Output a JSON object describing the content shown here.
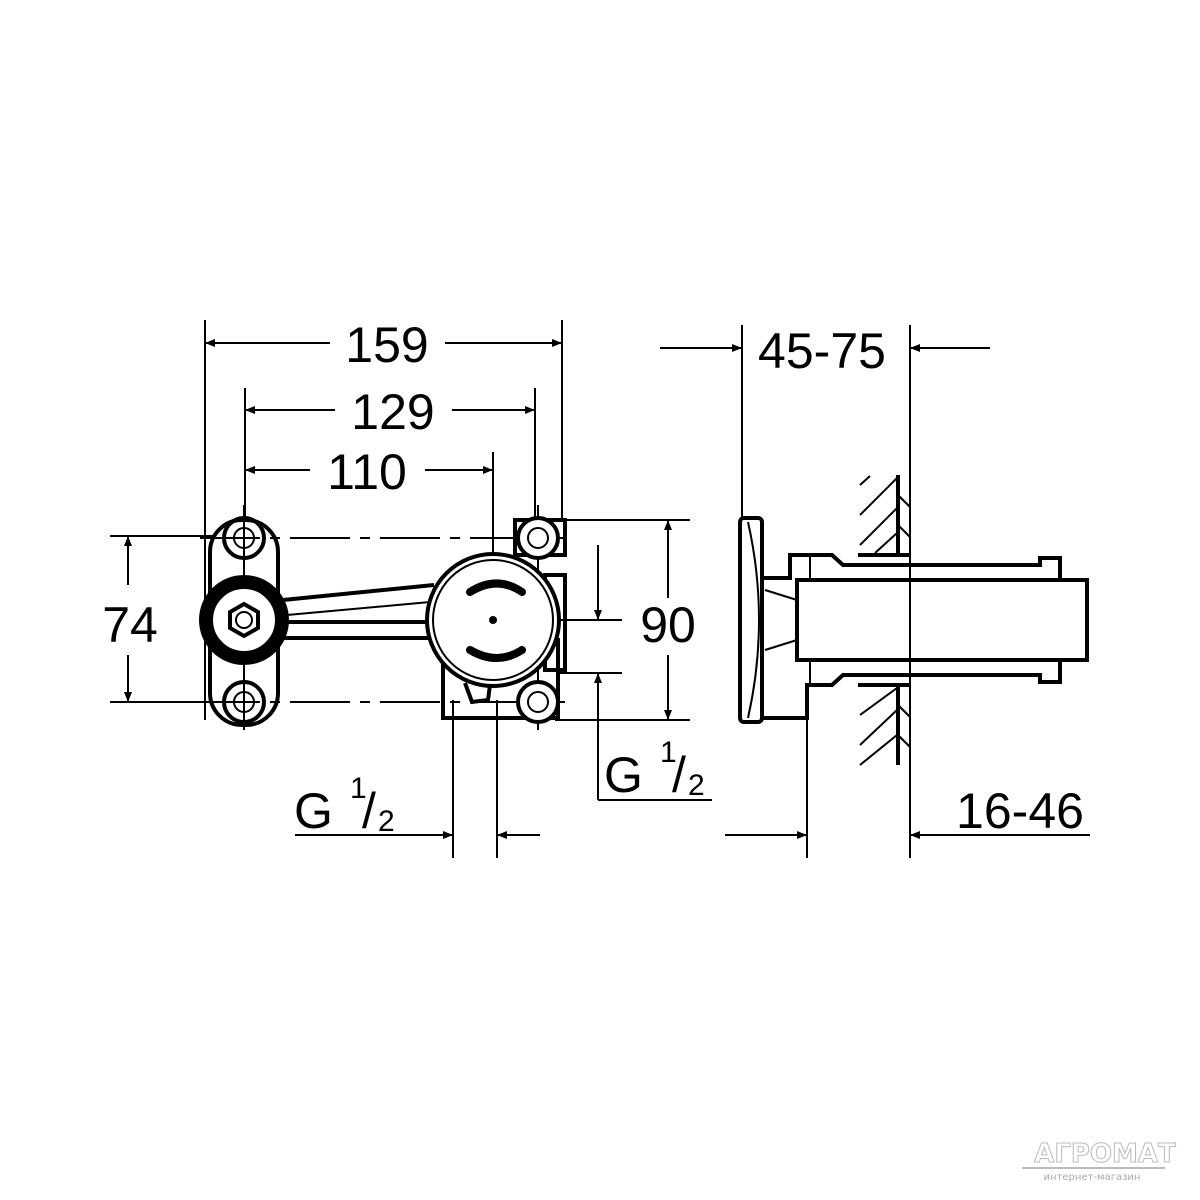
{
  "dimensions": {
    "overall_width": "159",
    "bolt_spacing": "129",
    "center_offset": "110",
    "bracket_height": "74",
    "body_height": "90",
    "side_depth": "45-75",
    "wall_depth": "16-46"
  },
  "threads": {
    "bottom": {
      "letter": "G",
      "num": "1",
      "den": "2"
    },
    "right": {
      "letter": "G",
      "num": "1",
      "den": "2"
    }
  },
  "watermark": {
    "brand": "АГРОМАТ",
    "tagline": "интернет-магазин"
  }
}
